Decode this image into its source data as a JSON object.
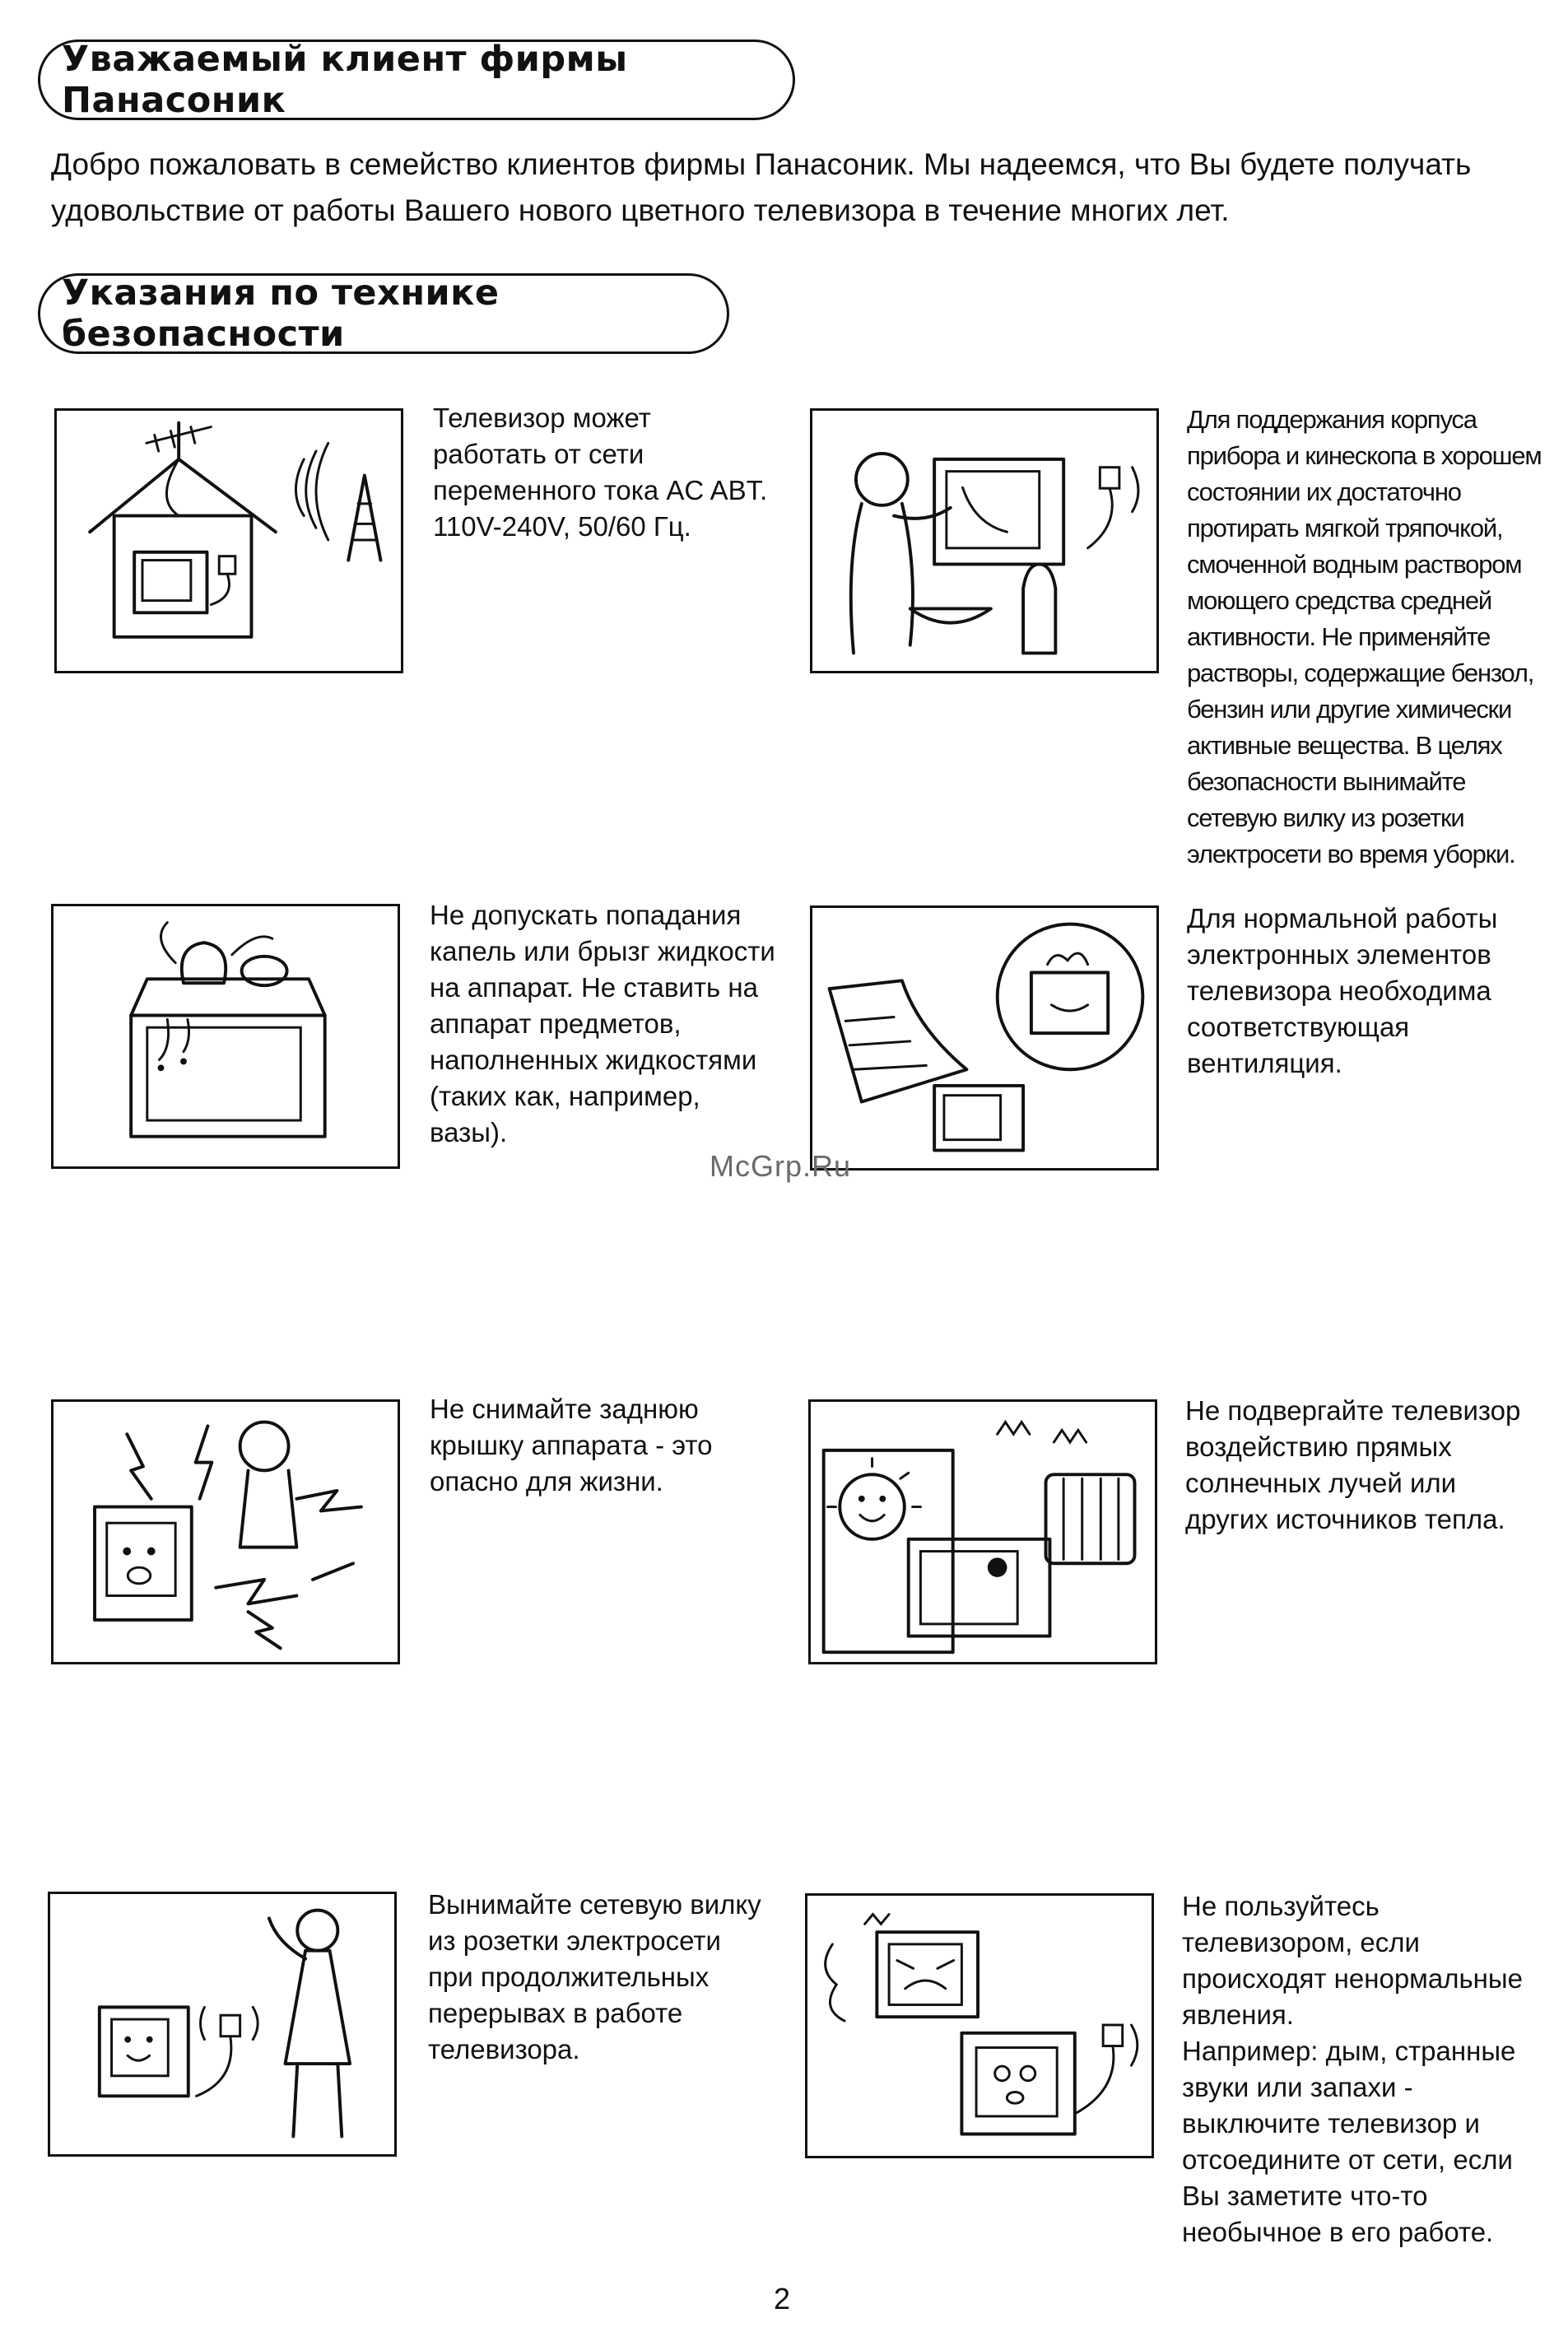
{
  "header": {
    "title": "Уважаемый клиент фирмы Панасоник",
    "intro_lines": [
      "Добро пожаловать в семейство клиентов фирмы Панасоник. Мы надеемся, что Вы будете получать",
      "удовольствие от работы Вашего нового цветного телевизора в течение многих лет."
    ]
  },
  "safety": {
    "title": "Указания по технике безопасности",
    "items": [
      {
        "lines": [
          "Телевизор может",
          "работать от сети",
          "переменного тока AC ABT.",
          "110V-240V, 50/60 Гц."
        ]
      },
      {
        "lines": [
          "Для поддержания корпуса",
          "прибора и кинескопа в хорошем",
          "состоянии их достаточно",
          "протирать мягкой тряпочкой,",
          "смоченной водным раствором",
          "моющего средства средней",
          "активности. Не применяйте",
          "растворы, содержащие бензол,",
          "бензин или другие химически",
          "активные вещества. В целях",
          "безопасности вынимайте",
          "сетевую вилку из розетки",
          "электросети во время уборки."
        ]
      },
      {
        "lines": [
          "Не допускать попадания",
          "капель или брызг жидкости",
          "на аппарат.  Не ставить на",
          "аппарат предметов,",
          "наполненных жидкостями",
          "(таких как, например,",
          "вазы)."
        ]
      },
      {
        "lines": [
          "Для нормальной работы",
          "электронных элементов",
          "телевизора необходима",
          "соответствующая",
          "вентиляция."
        ]
      },
      {
        "lines": [
          "Не снимайте заднюю",
          "крышку аппарата - это",
          "опасно для жизни."
        ]
      },
      {
        "lines": [
          "Не подвергайте телевизор",
          "воздействию прямых",
          "солнечных лучей или",
          "других источников тепла."
        ]
      },
      {
        "lines": [
          "Вынимайте сетевую вилку",
          "из розетки электросети",
          "при продолжительных",
          "перерывах в работе",
          "телевизора."
        ]
      },
      {
        "lines": [
          "Не пользуйтесь",
          "телевизором, если",
          "происходят ненормальные",
          "явления.",
          "Например: дым, странные",
          "звуки или запахи -",
          "выключите телевизор и",
          "отсоедините от сети, если",
          "Вы заметите что-то",
          "необычное в его работе."
        ]
      }
    ]
  },
  "watermark": "McGrp.Ru",
  "page_number": "2",
  "illustrations": [
    "house-antenna-tv-icon",
    "woman-cleaning-tv-icon",
    "vase-on-tv-icon",
    "tv-ventilation-icon",
    "electric-shock-icon",
    "sun-heater-tv-icon",
    "woman-unplug-tv-icon",
    "smoking-tv-icon"
  ]
}
